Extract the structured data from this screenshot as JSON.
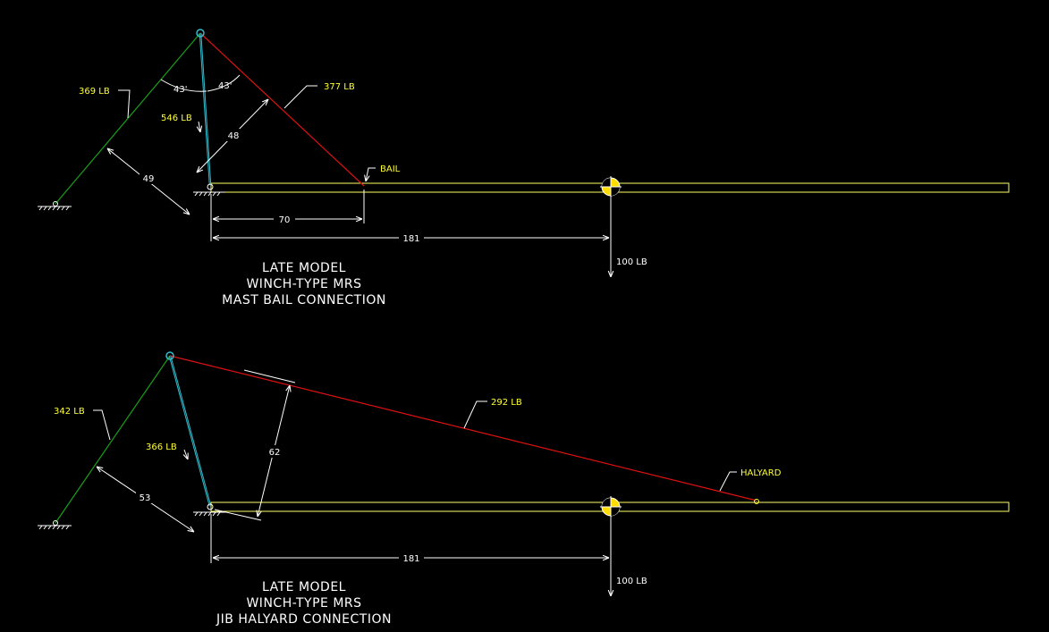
{
  "diagram1": {
    "title_lines": [
      "LATE MODEL",
      "WINCH-TYPE MRS",
      "MAST BAIL CONNECTION"
    ],
    "green_force": "369 LB",
    "red_force": "377 LB",
    "mast_force": "546 LB",
    "angle_left": "43'",
    "angle_right": "43'",
    "dim_48": "48",
    "dim_49": "49",
    "dim_70": "70",
    "dim_181": "181",
    "bail_label": "BAIL",
    "load": "100 LB"
  },
  "diagram2": {
    "title_lines": [
      "LATE MODEL",
      "WINCH-TYPE MRS",
      "JIB HALYARD CONNECTION"
    ],
    "green_force": "342 LB",
    "red_force": "292 LB",
    "mast_force": "366 LB",
    "dim_62": "62",
    "dim_53": "53",
    "dim_181": "181",
    "halyard_label": "HALYARD",
    "load": "100 LB"
  },
  "colors": {
    "background": "#000000",
    "boom": "#ffff66",
    "green_line": "#1a9e1a",
    "red_line": "#dd1111",
    "mast": "#33bbcc",
    "label": "#ffff33",
    "dimension": "#ffffff",
    "cg_marker": "#ffdd00"
  }
}
